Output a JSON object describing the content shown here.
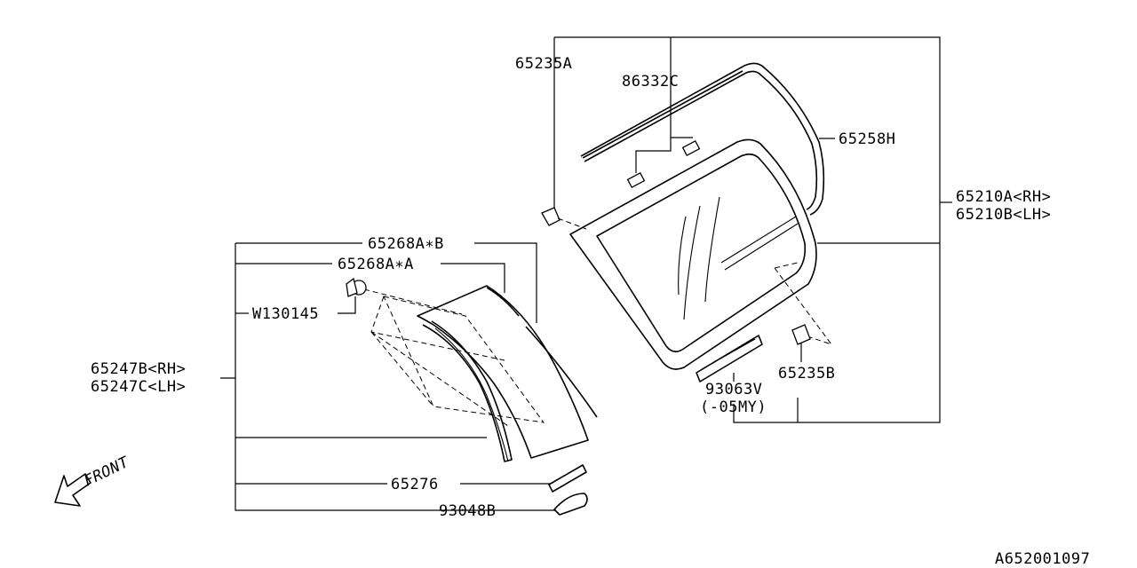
{
  "labels": {
    "p65235a": "65235A",
    "p86332c": "86332C",
    "p65258h": "65258H",
    "p65210a": "65210A<RH>",
    "p65210b": "65210B<LH>",
    "p65235b": "65235B",
    "p93063v": "93063V",
    "p93063v_note": "(-05MY)",
    "p65268ab": "65268A∗B",
    "p65268aa": "65268A∗A",
    "pw130145": "W130145",
    "p65247b": "65247B<RH>",
    "p65247c": "65247C<LH>",
    "p65276": "65276",
    "p93048b": "93048B",
    "front": "FRONT",
    "diagram_id": "A652001097"
  }
}
